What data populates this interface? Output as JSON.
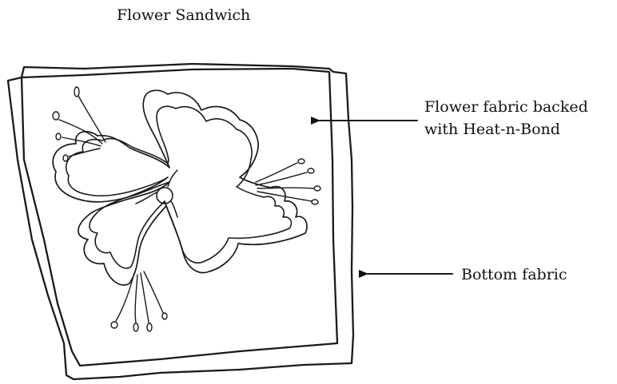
{
  "diagram": {
    "title": "Flower Sandwich",
    "labels": {
      "flower_fabric_line1": "Flower fabric backed",
      "flower_fabric_line2": "with Heat-n-Bond",
      "bottom_fabric": "Bottom fabric"
    }
  }
}
